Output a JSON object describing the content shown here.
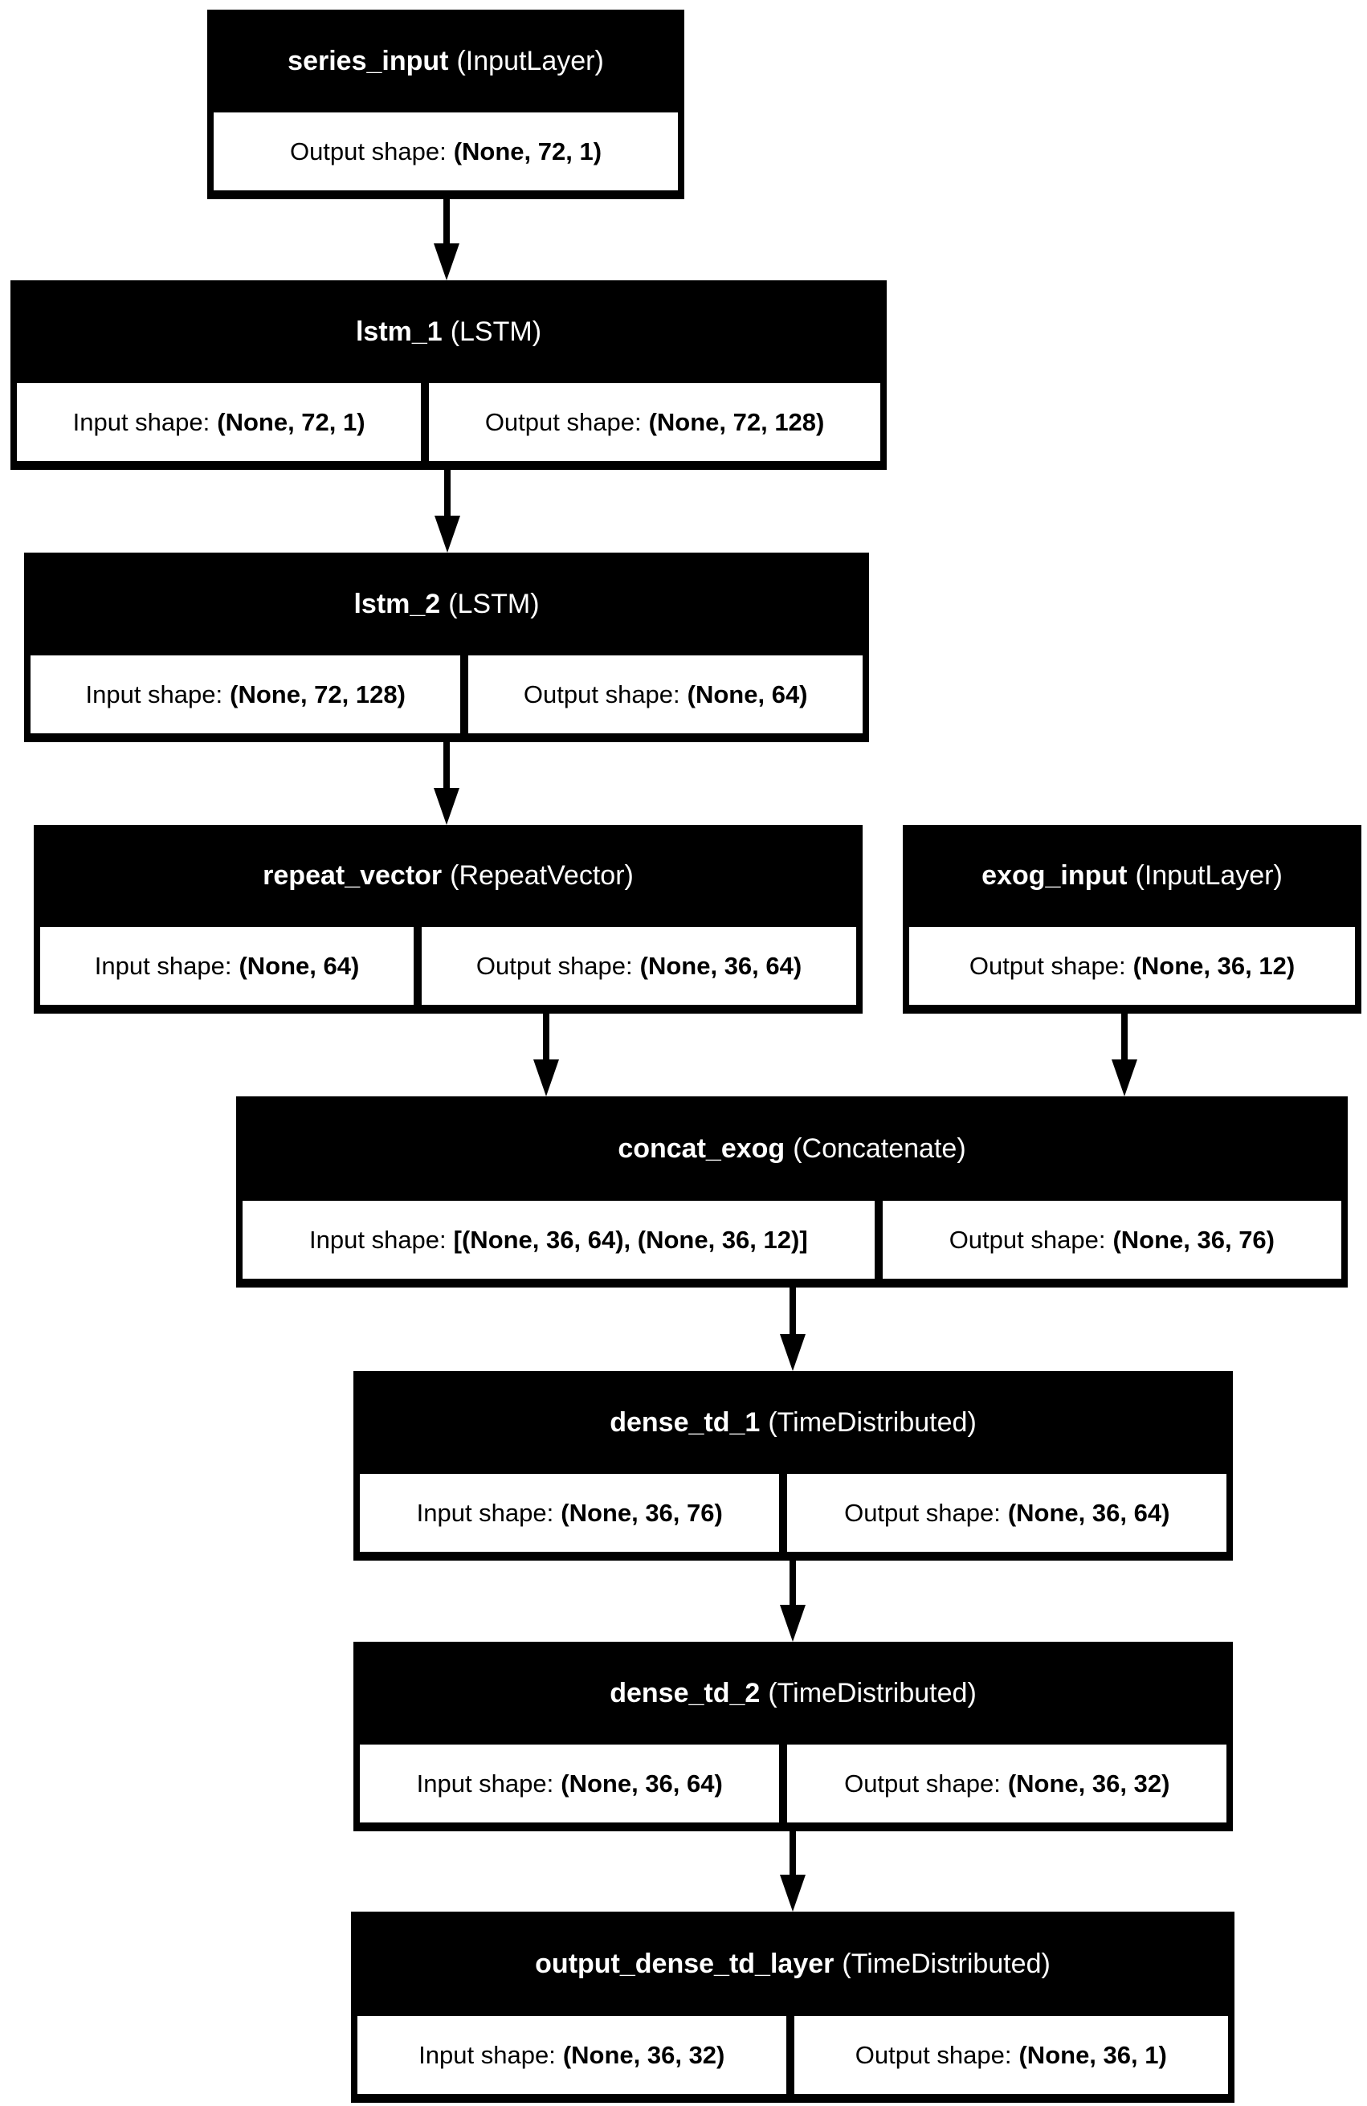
{
  "colors": {
    "node_background": "#000000",
    "node_title_text": "#ffffff",
    "cell_background": "#ffffff",
    "cell_text": "#000000",
    "edge": "#000000",
    "canvas_background": "#ffffff"
  },
  "nodes": [
    {
      "name": "series_input",
      "type": "(InputLayer)",
      "cells": [
        {
          "label": "Output shape:",
          "value": "(None, 72, 1)"
        }
      ]
    },
    {
      "name": "lstm_1",
      "type": "(LSTM)",
      "cells": [
        {
          "label": "Input shape:",
          "value": "(None, 72, 1)"
        },
        {
          "label": "Output shape:",
          "value": "(None, 72, 128)"
        }
      ]
    },
    {
      "name": "lstm_2",
      "type": "(LSTM)",
      "cells": [
        {
          "label": "Input shape:",
          "value": "(None, 72, 128)"
        },
        {
          "label": "Output shape:",
          "value": "(None, 64)"
        }
      ]
    },
    {
      "name": "repeat_vector",
      "type": "(RepeatVector)",
      "cells": [
        {
          "label": "Input shape:",
          "value": "(None, 64)"
        },
        {
          "label": "Output shape:",
          "value": "(None, 36, 64)"
        }
      ]
    },
    {
      "name": "exog_input",
      "type": "(InputLayer)",
      "cells": [
        {
          "label": "Output shape:",
          "value": "(None, 36, 12)"
        }
      ]
    },
    {
      "name": "concat_exog",
      "type": "(Concatenate)",
      "cells": [
        {
          "label": "Input shape:",
          "value": "[(None, 36, 64), (None, 36, 12)]"
        },
        {
          "label": "Output shape:",
          "value": "(None, 36, 76)"
        }
      ]
    },
    {
      "name": "dense_td_1",
      "type": "(TimeDistributed)",
      "cells": [
        {
          "label": "Input shape:",
          "value": "(None, 36, 76)"
        },
        {
          "label": "Output shape:",
          "value": "(None, 36, 64)"
        }
      ]
    },
    {
      "name": "dense_td_2",
      "type": "(TimeDistributed)",
      "cells": [
        {
          "label": "Input shape:",
          "value": "(None, 36, 64)"
        },
        {
          "label": "Output shape:",
          "value": "(None, 36, 32)"
        }
      ]
    },
    {
      "name": "output_dense_td_layer",
      "type": "(TimeDistributed)",
      "cells": [
        {
          "label": "Input shape:",
          "value": "(None, 36, 32)"
        },
        {
          "label": "Output shape:",
          "value": "(None, 36, 1)"
        }
      ]
    }
  ],
  "edges": [
    {
      "from": "series_input",
      "to": "lstm_1"
    },
    {
      "from": "lstm_1",
      "to": "lstm_2"
    },
    {
      "from": "lstm_2",
      "to": "repeat_vector"
    },
    {
      "from": "repeat_vector",
      "to": "concat_exog"
    },
    {
      "from": "exog_input",
      "to": "concat_exog"
    },
    {
      "from": "concat_exog",
      "to": "dense_td_1"
    },
    {
      "from": "dense_td_1",
      "to": "dense_td_2"
    },
    {
      "from": "dense_td_2",
      "to": "output_dense_td_layer"
    }
  ]
}
